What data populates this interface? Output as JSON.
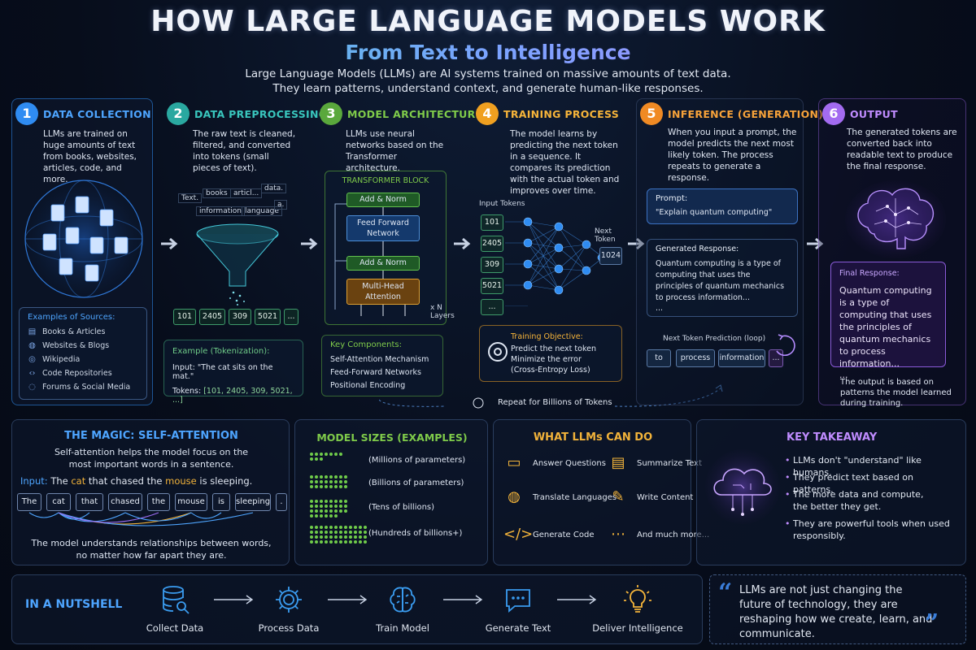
{
  "header": {
    "title": "HOW LARGE LANGUAGE MODELS WORK",
    "subtitle": "From Text to Intelligence",
    "intro_line1": "Large Language Models (LLMs) are AI systems trained on massive amounts of text data.",
    "intro_line2": "They learn patterns, understand context, and generate human-like responses."
  },
  "colors": {
    "blue": "#2f8cf2",
    "teal": "#2aa8a0",
    "green": "#5aa83c",
    "orange": "#f0a020",
    "orange2": "#f08a24",
    "purple": "#a36bf0"
  },
  "steps": [
    {
      "num": "1",
      "title": "DATA COLLECTION",
      "desc": "LLMs are trained on huge amounts of text from books, websites, articles, code, and more."
    },
    {
      "num": "2",
      "title": "DATA PREPROCESSING",
      "desc": "The raw text is cleaned, filtered, and converted into tokens (small pieces of text)."
    },
    {
      "num": "3",
      "title": "MODEL ARCHITECTURE",
      "desc": "LLMs use neural networks based on the Transformer architecture."
    },
    {
      "num": "4",
      "title": "TRAINING PROCESS",
      "desc": "The model learns by predicting the next token in a sequence. It compares its prediction with the actual token and improves over time."
    },
    {
      "num": "5",
      "title": "INFERENCE (GENERATION)",
      "desc": "When you input a prompt, the model predicts the next most likely token. The process repeats to generate a response."
    },
    {
      "num": "6",
      "title": "OUTPUT",
      "desc": "The generated tokens are converted back into readable text to produce the final response."
    }
  ],
  "sources": {
    "title": "Examples of Sources:",
    "items": [
      {
        "label": "Books & Articles",
        "icon": "book-icon"
      },
      {
        "label": "Websites & Blogs",
        "icon": "globe-icon"
      },
      {
        "label": "Wikipedia",
        "icon": "wikipedia-icon"
      },
      {
        "label": "Code Repositories",
        "icon": "code-icon"
      },
      {
        "label": "Forums & Social Media",
        "icon": "chat-icon"
      }
    ]
  },
  "preprocess": {
    "words": [
      "Text.",
      "books",
      "articl...",
      "data.",
      "information",
      "language",
      "a."
    ],
    "tokens": [
      "101",
      "2405",
      "309",
      "5021",
      "..."
    ],
    "example_title": "Example (Tokenization):",
    "input_label": "Input:",
    "input_text": "\"The cat sits on the mat.\"",
    "tokens_label": "Tokens:",
    "tokens_text": "[101, 2405, 309, 5021, ...]"
  },
  "architecture": {
    "block_title": "TRANSFORMER BLOCK",
    "add_norm_top": "Add & Norm",
    "feed_forward": "Feed Forward Network",
    "add_norm_bottom": "Add & Norm",
    "attention": "Multi-Head Attention",
    "layers": "x N Layers",
    "components_title": "Key Components:",
    "components": [
      "Self-Attention Mechanism",
      "Feed-Forward Networks",
      "Positional Encoding"
    ]
  },
  "training": {
    "input_label": "Input Tokens",
    "tokens": [
      "101",
      "2405",
      "309",
      "5021",
      "..."
    ],
    "next_label": "Next Token",
    "next_value": "1024",
    "objective_title": "Training Objective:",
    "objective_lines": [
      "Predict the next token",
      "Minimize the error",
      "(Cross-Entropy Loss)"
    ],
    "repeat": "Repeat for Billions of Tokens"
  },
  "inference": {
    "prompt_title": "Prompt:",
    "prompt_text": "\"Explain quantum computing\"",
    "response_title": "Generated Response:",
    "response_text": "Quantum computing is a type of computing that uses the principles of quantum mechanics to process information...",
    "response_more": "...",
    "loop_label": "Next Token Prediction (loop)",
    "loop_tokens": [
      "to",
      "process",
      "information",
      "..."
    ]
  },
  "output": {
    "final_title": "Final Response:",
    "final_text": "Quantum computing is a type of computing that uses the principles of quantum mechanics to process information...",
    "final_more": "...",
    "note": "The output is based on patterns the model learned during training."
  },
  "self_attention": {
    "title": "THE MAGIC: SELF-ATTENTION",
    "desc": "Self-attention helps the model focus on the most important words in a sentence.",
    "input_label": "Input:",
    "sentence": [
      {
        "text": "The",
        "hl": false
      },
      {
        "text": "cat",
        "hl": true
      },
      {
        "text": "that",
        "hl": false
      },
      {
        "text": "chased",
        "hl": false
      },
      {
        "text": "the",
        "hl": false
      },
      {
        "text": "mouse",
        "hl": true
      },
      {
        "text": "is",
        "hl": false
      },
      {
        "text": "sleeping.",
        "hl": false
      }
    ],
    "words": [
      "The",
      "cat",
      "that",
      "chased",
      "the",
      "mouse",
      "is",
      "sleeping",
      "."
    ],
    "footer": "The model understands relationships between words, no matter how far apart they are."
  },
  "model_sizes": {
    "title": "MODEL SIZES (EXAMPLES)",
    "rows": [
      {
        "label": "(Millions of parameters)",
        "dots": 10
      },
      {
        "label": "(Billions of parameters)",
        "dots": 24
      },
      {
        "label": "(Tens of billions)",
        "dots": 30
      },
      {
        "label": "(Hundreds of billions+)",
        "dots": 48
      }
    ]
  },
  "can_do": {
    "title": "WHAT LLMs CAN DO",
    "items": [
      {
        "label": "Answer Questions",
        "icon": "chat-bubble-icon"
      },
      {
        "label": "Summarize Text",
        "icon": "document-icon"
      },
      {
        "label": "Translate Languages",
        "icon": "globe-icon"
      },
      {
        "label": "Write Content",
        "icon": "pencil-icon"
      },
      {
        "label": "Generate Code",
        "icon": "code-icon"
      },
      {
        "label": "And much more...",
        "icon": "more-icon"
      }
    ]
  },
  "takeaway": {
    "title": "KEY TAKEAWAY",
    "items": [
      "LLMs don't \"understand\" like humans.",
      "They predict text based on patterns.",
      "The more data and compute, the better they get.",
      "They are powerful tools when used responsibly."
    ]
  },
  "nutshell": {
    "title": "IN A NUTSHELL",
    "steps": [
      {
        "label": "Collect Data",
        "icon": "database-icon"
      },
      {
        "label": "Process Data",
        "icon": "gear-icon"
      },
      {
        "label": "Train Model",
        "icon": "brain-icon"
      },
      {
        "label": "Generate Text",
        "icon": "chat-bubble-icon"
      },
      {
        "label": "Deliver Intelligence",
        "icon": "lightbulb-icon"
      }
    ]
  },
  "quote": {
    "text": "LLMs are not just changing the future of technology, they are reshaping how we create, learn, and communicate."
  }
}
